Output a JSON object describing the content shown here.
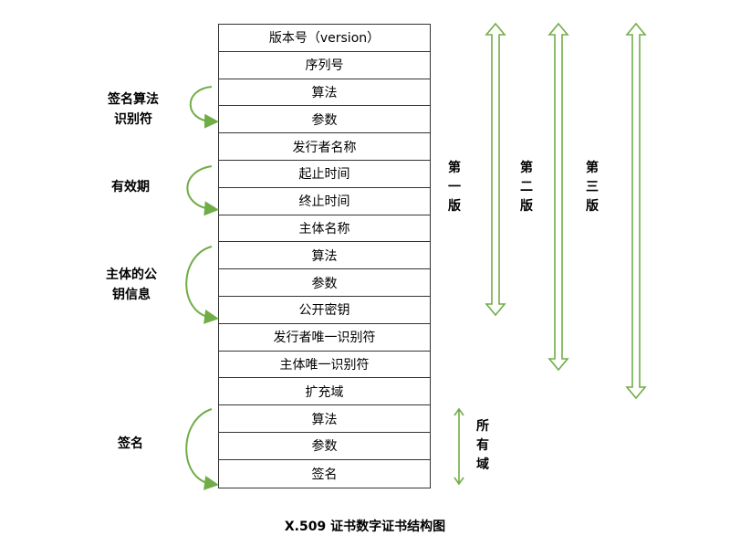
{
  "rows": [
    "版本号（version）",
    "序列号",
    "算法",
    "参数",
    "发行者名称",
    "起止时间",
    "终止时间",
    "主体名称",
    "算法",
    "参数",
    "公开密钥",
    "发行者唯一识别符",
    "主体唯一识别符",
    "扩充域",
    "算法",
    "参数",
    "签名"
  ],
  "left_labels": {
    "sig_alg": [
      "签名算法",
      "识别符"
    ],
    "validity": [
      "有效期"
    ],
    "pubkey": [
      "主体的公",
      "钥信息"
    ],
    "signature": [
      "签名"
    ]
  },
  "versions": {
    "v1": [
      "第",
      "一",
      "版"
    ],
    "v2": [
      "第",
      "二",
      "版"
    ],
    "v3": [
      "第",
      "三",
      "版"
    ]
  },
  "all_domains": [
    "所",
    "有",
    "域"
  ],
  "caption": "X.509 证书数字证书结构图",
  "colors": {
    "arrow_green": "#70ad47",
    "border": "#333333"
  }
}
